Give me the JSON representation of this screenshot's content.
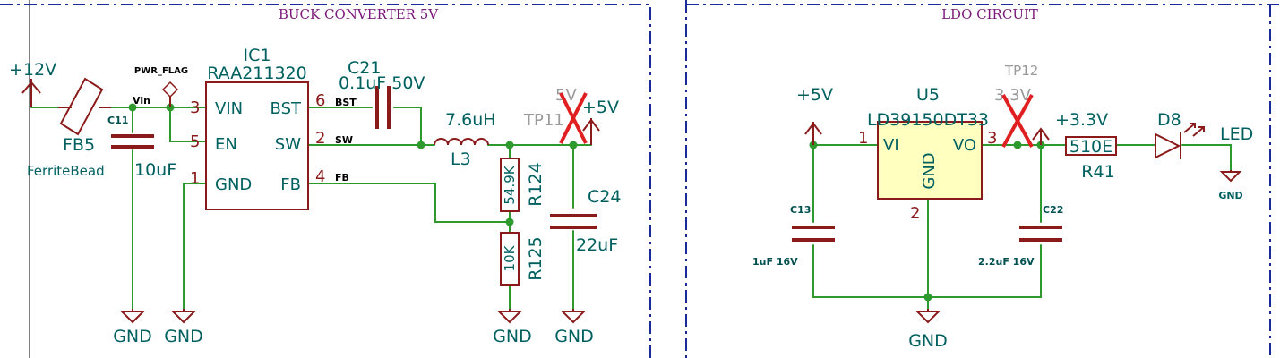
{
  "sections": {
    "buck_title": "BUCK CONVERTER 5V",
    "ldo_title": "LDO CIRCUIT"
  },
  "buck": {
    "input_label": "+12V",
    "ferrite_ref": "FB5",
    "ferrite_value": "FerriteBead",
    "net_vin": "Vin",
    "pwr_flag": "PWR_FLAG",
    "c11_ref": "C11",
    "c11_value": "10uF",
    "ic1_ref": "IC1",
    "ic1_part": "RAA211320",
    "pin_vin_num": "3",
    "pin_vin_name": "VIN",
    "pin_en_num": "5",
    "pin_en_name": "EN",
    "pin_gnd_num": "1",
    "pin_gnd_name": "GND",
    "pin_bst_num": "6",
    "pin_bst_name": "BST",
    "pin_sw_num": "2",
    "pin_sw_name": "SW",
    "pin_fb_num": "4",
    "pin_fb_name": "FB",
    "net_bst": "BST",
    "net_sw": "SW",
    "net_fb": "FB",
    "c21_ref": "C21",
    "c21_value": "0.1uF 50V",
    "l3_value": "7.6uH",
    "l3_ref": "L3",
    "r124_value": "54.9K",
    "r124_ref": "R124",
    "r125_value": "10K",
    "r125_ref": "R125",
    "tp11_ref": "TP11",
    "tp11_value": "5V",
    "output_label": "+5V",
    "c24_ref": "C24",
    "c24_value": "22uF",
    "gnd1": "GND",
    "gnd2": "GND",
    "gnd3": "GND",
    "gnd4": "GND"
  },
  "ldo": {
    "input_label": "+5V",
    "u5_ref": "U5",
    "u5_part": "LD39150DT33",
    "pin_vi_num": "1",
    "pin_vi_name": "VI",
    "pin_vo_num": "3",
    "pin_vo_name": "VO",
    "pin_gnd_num": "2",
    "pin_gnd_name": "GND",
    "tp12_ref": "TP12",
    "tp12_value": "3.3V",
    "output_label": "+3.3V",
    "c13_ref": "C13",
    "c13_value": "1uF 16V",
    "c22_ref": "C22",
    "c22_value": "2.2uF 16V",
    "r41_value": "510E",
    "r41_ref": "R41",
    "d8_ref": "D8",
    "d8_value": "LED",
    "gnd_main": "GND",
    "gnd_led": "GND"
  }
}
